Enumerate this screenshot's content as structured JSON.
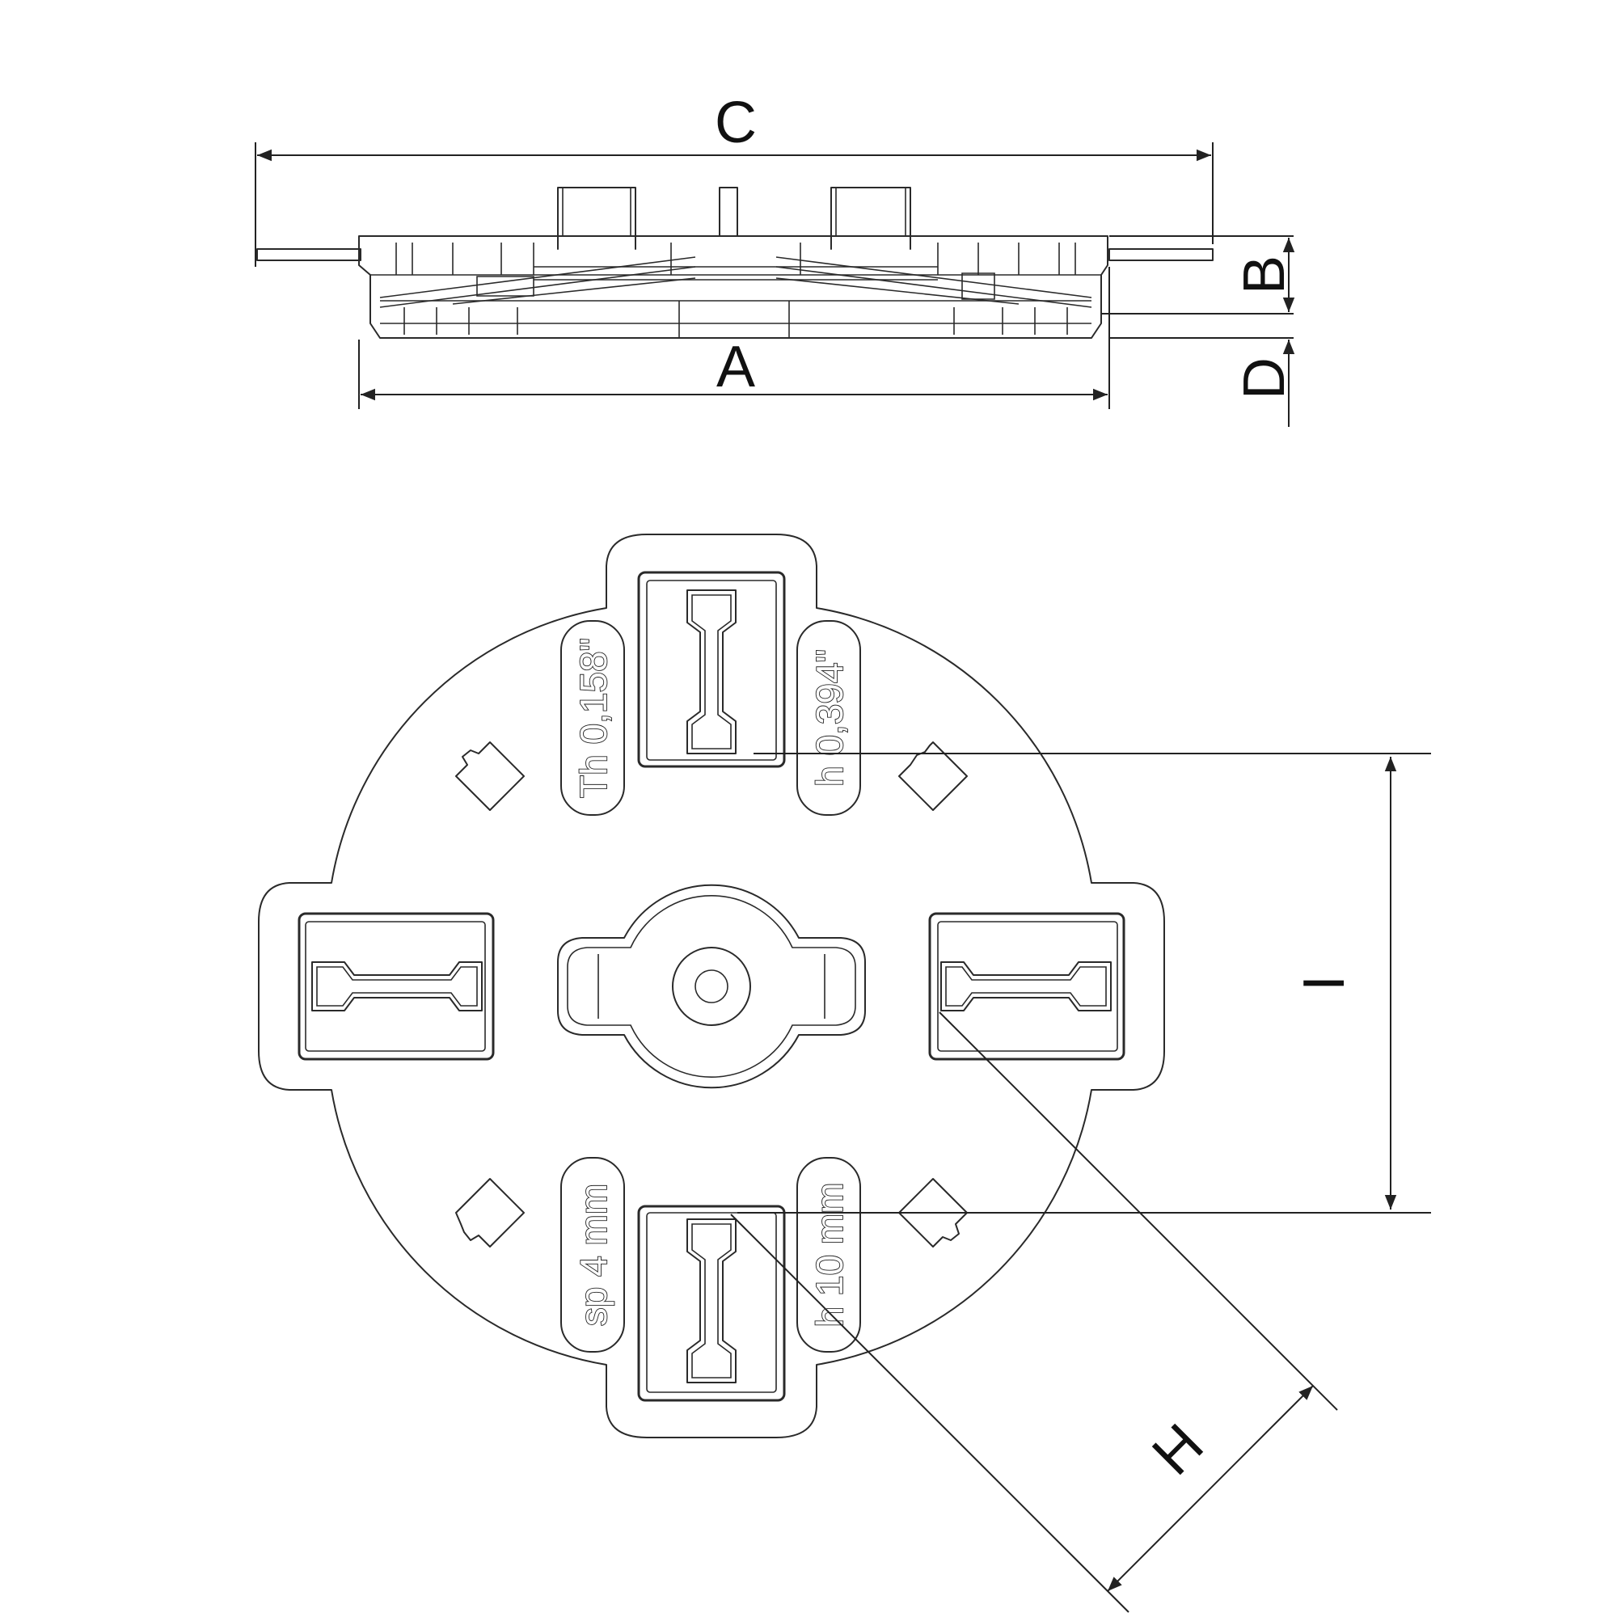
{
  "dimensions": {
    "A": "A",
    "B": "B",
    "C": "C",
    "D": "D",
    "H": "H",
    "I": "I"
  },
  "embossed": {
    "top_left": "Th 0,158\"",
    "top_right": "h 0,394\"",
    "bottom_left": "sp 4 mm",
    "bottom_right": "h 10 mm"
  }
}
